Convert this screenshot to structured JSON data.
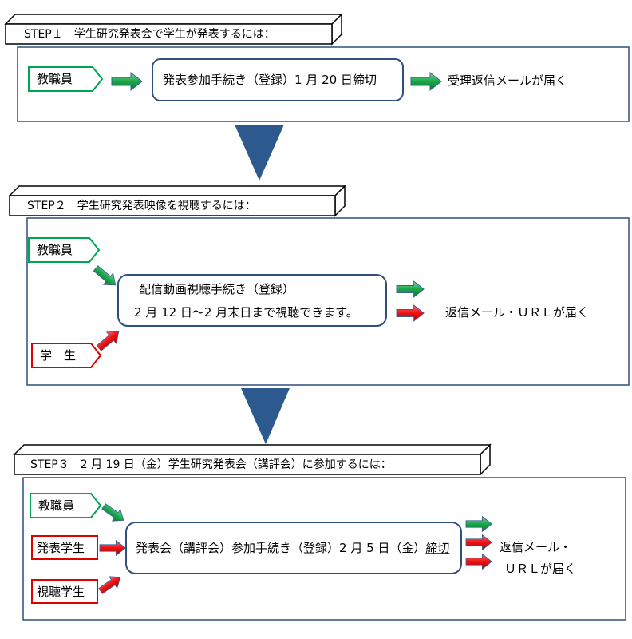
{
  "colors": {
    "frame": "#2f4f7f",
    "green": "#00a651",
    "red": "#e00000",
    "big_arrow": "#2d5a8e",
    "arrow_outline": "#3a5f93"
  },
  "step1": {
    "header": "STEP１　学生研究発表会で学生が発表するには：",
    "tag_staff": "教職員",
    "process": "発表参加手続き（登録）1 月 20 日",
    "process_deadline": "締切",
    "result": "受理返信メールが届く"
  },
  "step2": {
    "header": "STEP２　学生研究発表映像を視聴するには：",
    "tag_staff": "教職員",
    "tag_student": "学　生",
    "process_line1": "配信動画視聴手続き（登録）",
    "process_line2": "2 月 12 日～2 月末日まで視聴できます。",
    "result": "返信メール・ＵＲＬが届く"
  },
  "step3": {
    "header": "STEP３　2 月 19 日（金）学生研究発表会（講評会）に参加するには：",
    "tag_staff": "教職員",
    "tag_presenter": "発表学生",
    "tag_viewer": "視聴学生",
    "process": "発表会（講評会）参加手続き（登録）2 月 5 日（金）",
    "process_deadline": "締切",
    "result_line1": "返信メール・",
    "result_line2": "ＵＲＬが届く"
  }
}
